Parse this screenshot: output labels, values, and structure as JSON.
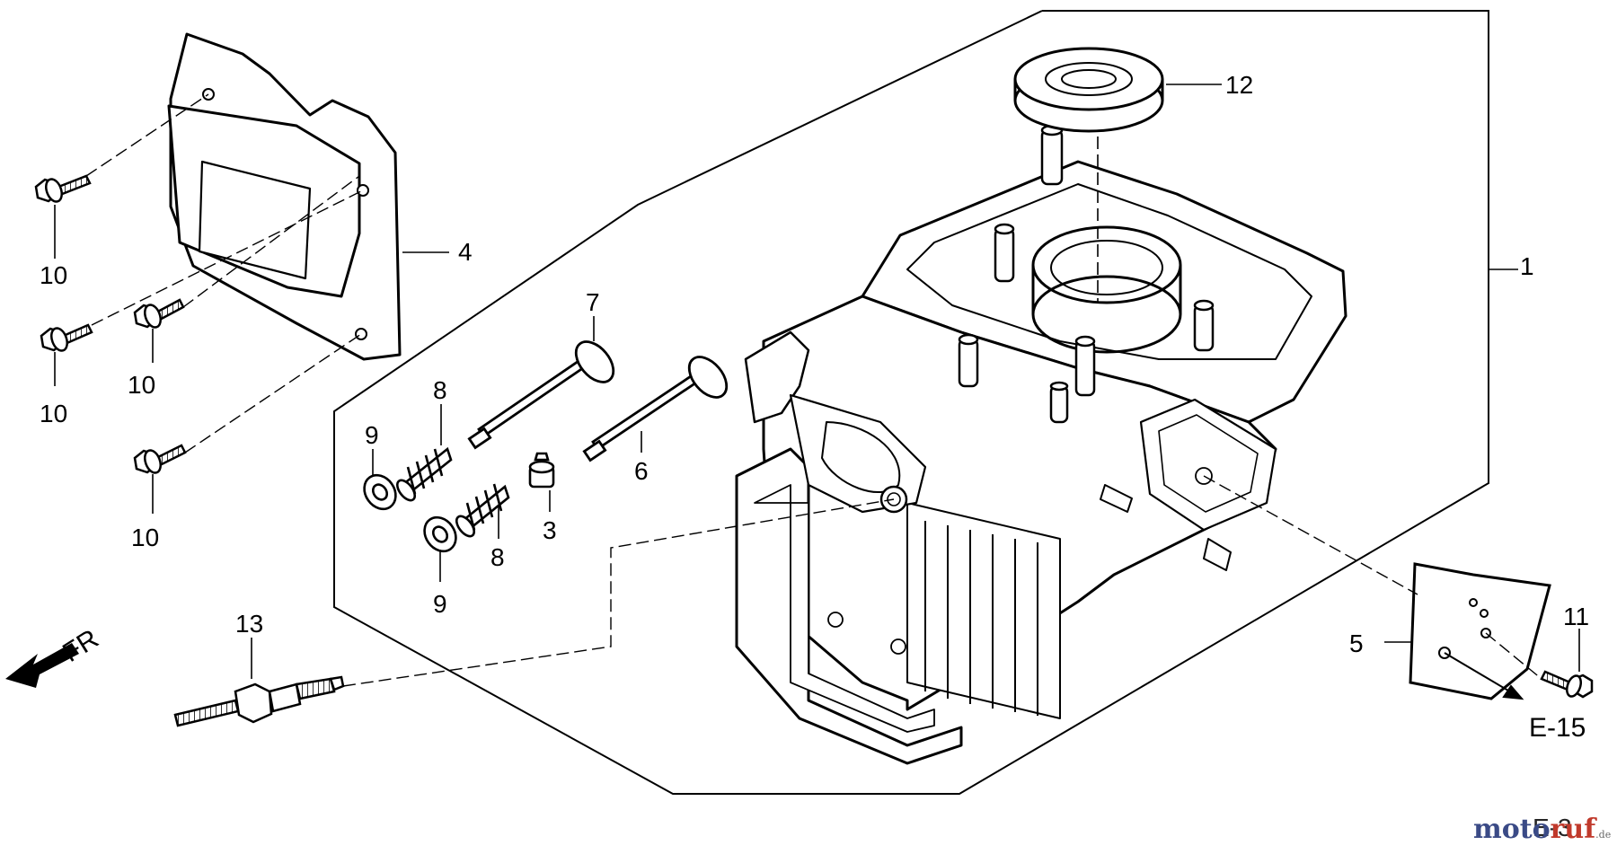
{
  "diagram": {
    "callouts": {
      "p1": "1",
      "p3": "3",
      "p4": "4",
      "p5": "5",
      "p6": "6",
      "p7": "7",
      "p8a": "8",
      "p8b": "8",
      "p9a": "9",
      "p9b": "9",
      "p10a": "10",
      "p10b": "10",
      "p10c": "10",
      "p10d": "10",
      "p11": "11",
      "p12": "12",
      "p13": "13"
    },
    "direction_label": "FR",
    "reference_label": "E-15",
    "page_number": "E-3"
  },
  "watermark": {
    "part1": "moto",
    "part2": "ruf",
    "suffix": ".de"
  },
  "colors": {
    "line": "#000000",
    "background": "#ffffff",
    "brand_blue": "#3a4a86",
    "brand_red": "#c0392b"
  }
}
